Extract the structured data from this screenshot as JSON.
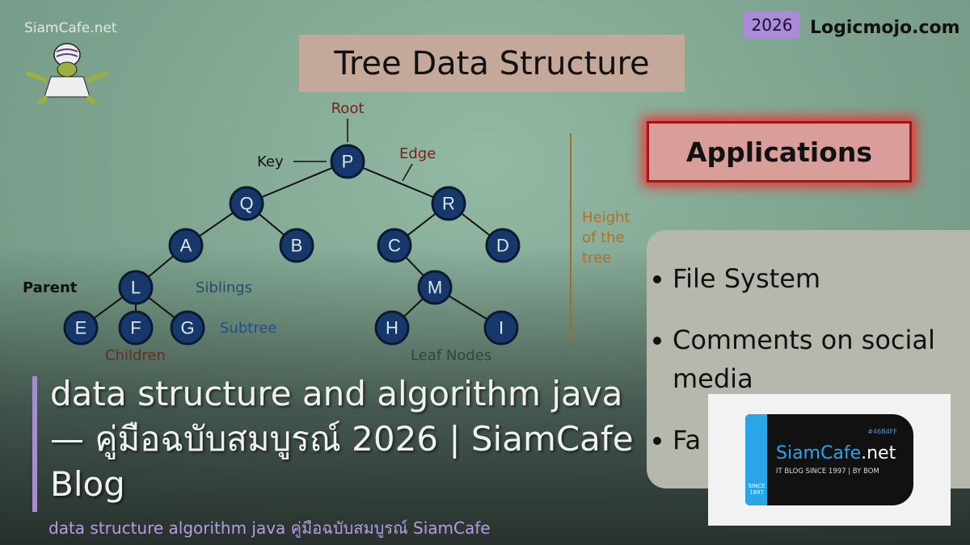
{
  "brand": {
    "site": "SiamCafe.net",
    "mascot": "mojo-jojo-mascot"
  },
  "slide": {
    "title": "Tree Data Structure",
    "watermark": "Logicmojo.com",
    "applications_heading": "Applications",
    "applications": [
      "File System",
      "Comments on social media",
      "Fa"
    ],
    "labels": {
      "root": "Root",
      "key": "Key",
      "edge": "Edge",
      "height": "Height of the tree",
      "parent": "Parent",
      "siblings": "Siblings",
      "subtree": "Subtree",
      "children": "Children",
      "leaf": "Leaf Nodes"
    },
    "nodes": [
      "P",
      "Q",
      "R",
      "A",
      "B",
      "C",
      "D",
      "L",
      "E",
      "F",
      "G",
      "M",
      "H",
      "I"
    ]
  },
  "year_badge": "2026",
  "headline": "data structure and algorithm java — คู่มือฉบับสมบูรณ์ 2026 | SiamCafe Blog",
  "subtitle": "data structure algorithm java คู่มือฉบับสมบูรณ์ SiamCafe",
  "logo": {
    "hex": "#46B4FF",
    "name_main": "SiamCafe",
    "name_tld": ".net",
    "tagline": "IT BLOG SINCE 1997 | BY BOM",
    "since": "SINCE",
    "since_year": "1997"
  },
  "colors": {
    "accent": "#a88bd0",
    "subtitle": "#b49ee0",
    "logo_blue": "#2aa5e8",
    "node": "#17386a"
  }
}
